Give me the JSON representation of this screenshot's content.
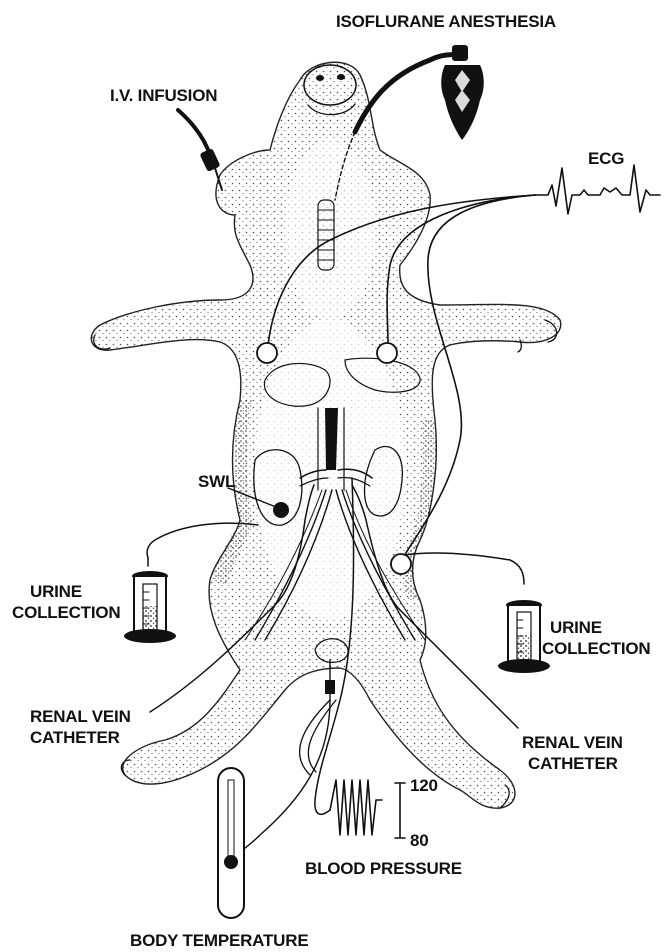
{
  "labels": {
    "iv_infusion": "I.V. INFUSION",
    "isoflurane": "ISOFLURANE ANESTHESIA",
    "ecg": "ECG",
    "swl": "SWL",
    "urine_left_1": "URINE",
    "urine_left_2": "COLLECTION",
    "urine_right_1": "URINE",
    "urine_right_2": "COLLECTION",
    "renal_left_1": "RENAL VEIN",
    "renal_left_2": "CATHETER",
    "renal_right_1": "RENAL VEIN",
    "renal_right_2": "CATHETER",
    "bp_high": "120",
    "bp_low": "80",
    "blood_pressure": "BLOOD PRESSURE",
    "body_temperature": "BODY TEMPERATURE"
  },
  "colors": {
    "ink": "#111111",
    "paper": "#ffffff"
  }
}
